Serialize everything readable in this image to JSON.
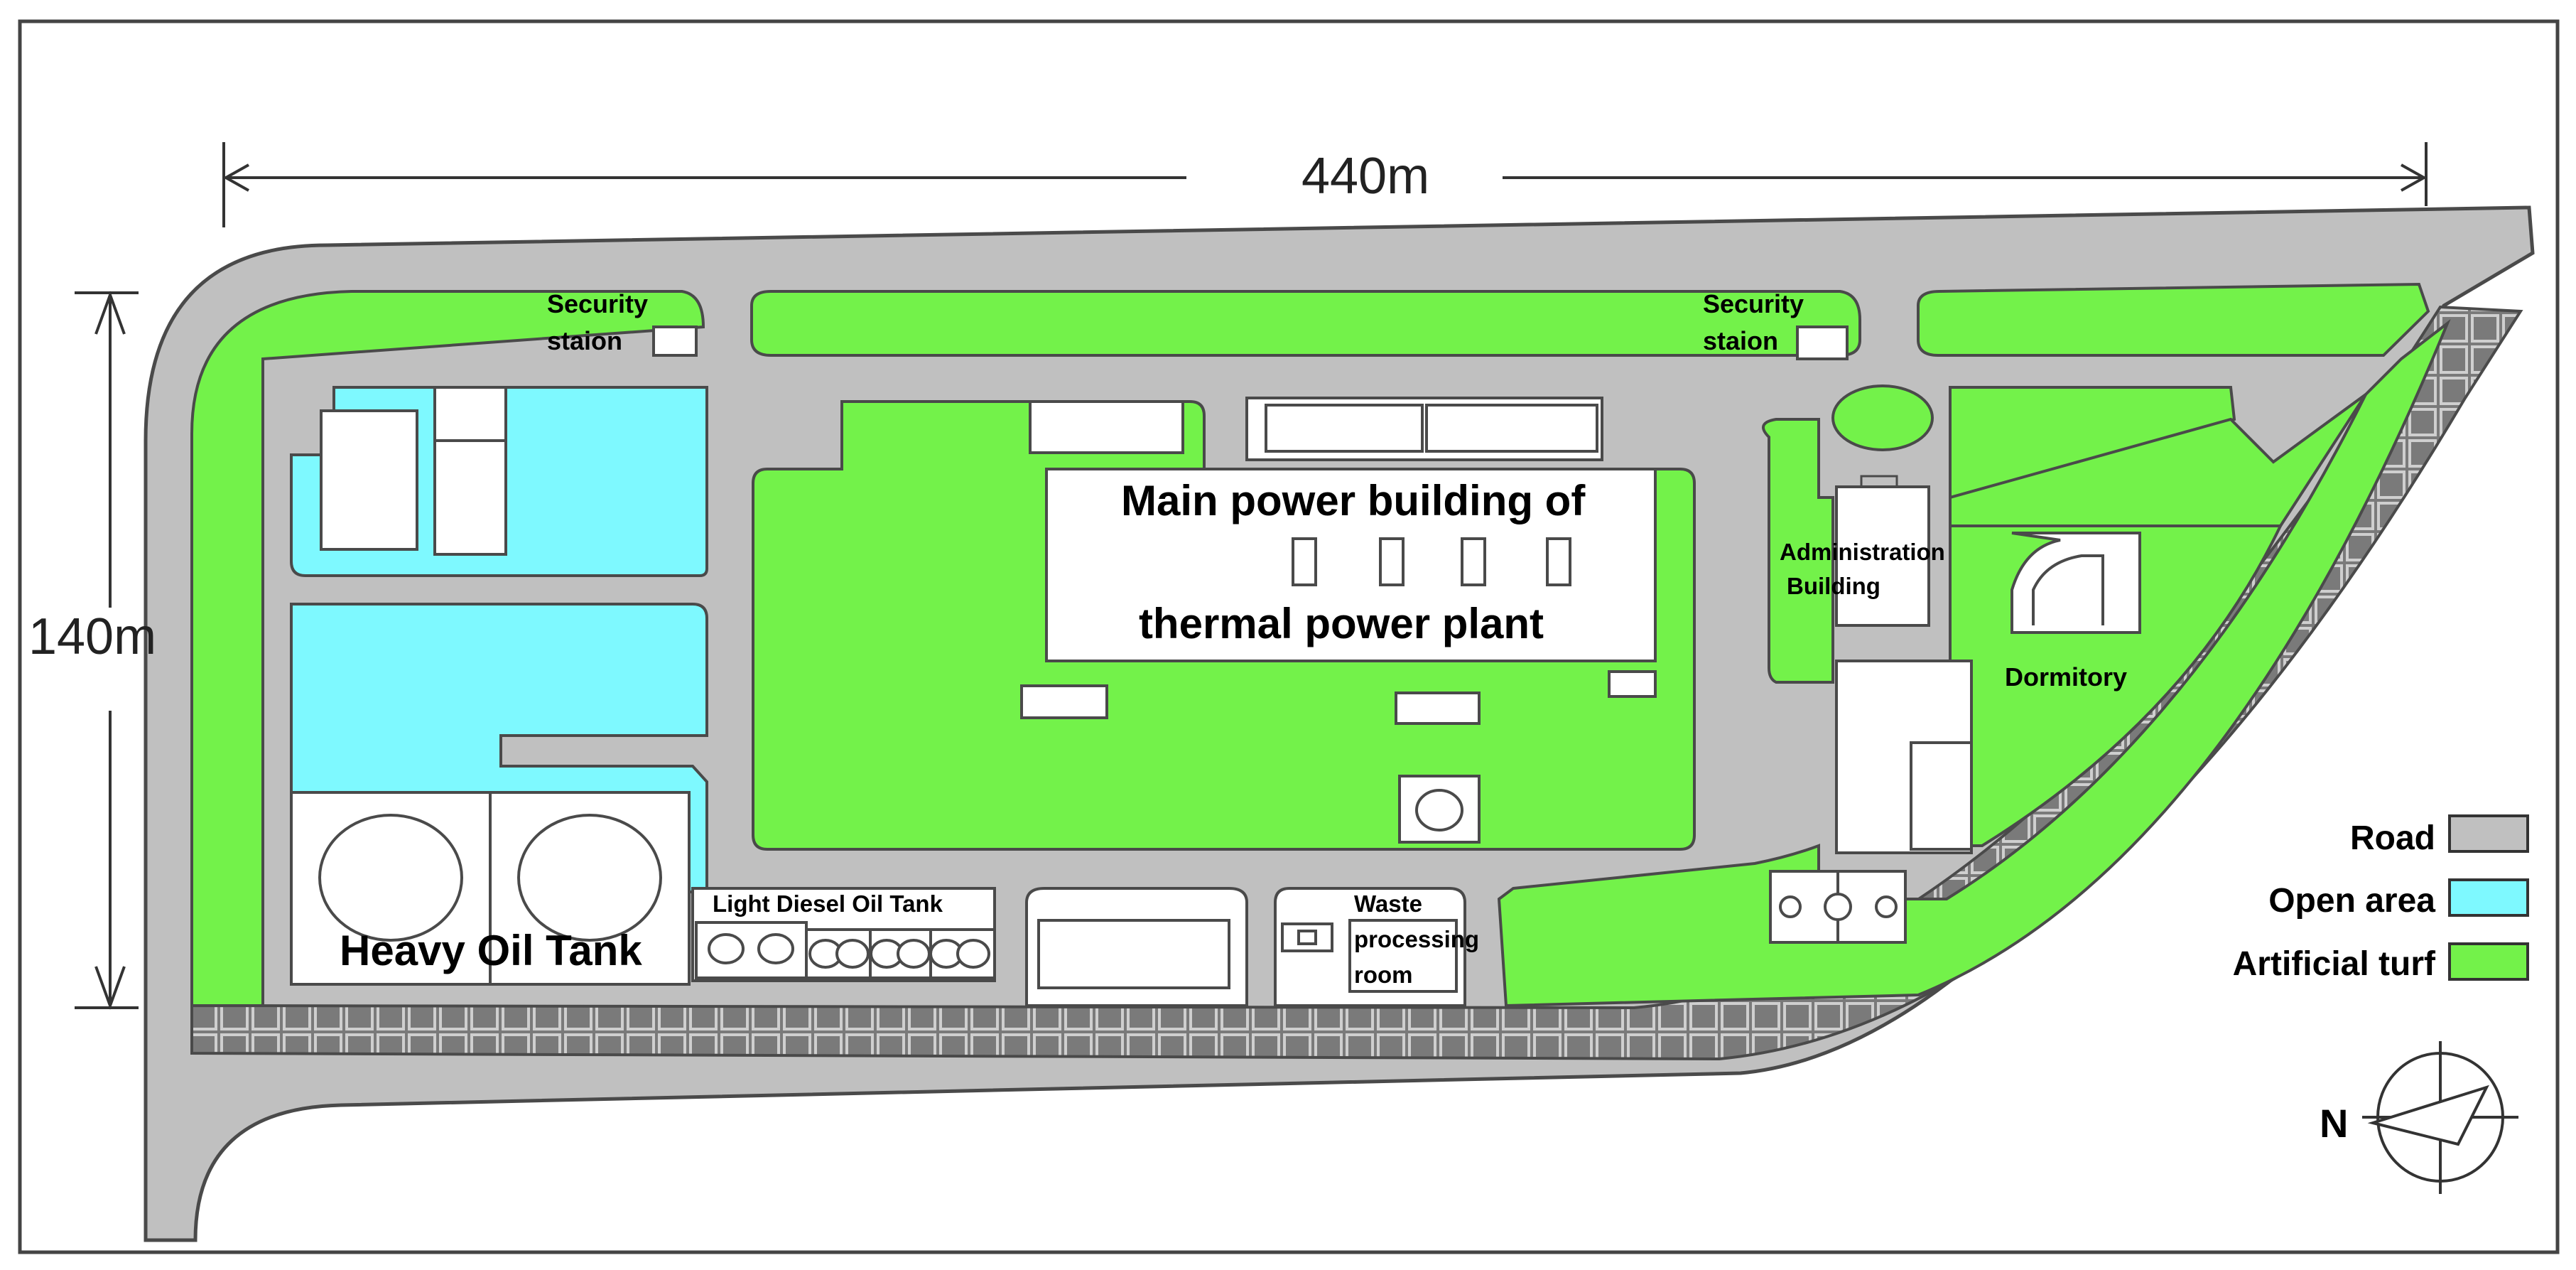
{
  "dimensions": {
    "width_label": "440m",
    "height_label": "140m"
  },
  "labels": {
    "security_station_1": [
      "Security",
      "staion"
    ],
    "security_station_2": [
      "Security",
      "staion"
    ],
    "main_building": [
      "Main power building of",
      "thermal power plant"
    ],
    "administration": [
      "Administration",
      "Building"
    ],
    "dormitory": "Dormitory",
    "heavy_oil_tank": "Heavy Oil Tank",
    "light_diesel_tank": "Light Diesel Oil Tank",
    "waste_room": [
      "Waste",
      "processing",
      "room"
    ]
  },
  "legend": [
    {
      "label": "Road",
      "color": "#c0c0c0"
    },
    {
      "label": "Open area",
      "color": "#7ef9ff"
    },
    {
      "label": "Artificial turf",
      "color": "#73f24a"
    }
  ],
  "compass": {
    "label": "N"
  },
  "colors": {
    "road": "#c0c0c0",
    "open_area": "#7ef9ff",
    "turf": "#73f24a",
    "paving": "#7a7a7a",
    "building": "#ffffff",
    "outline": "#4a4a4a"
  }
}
